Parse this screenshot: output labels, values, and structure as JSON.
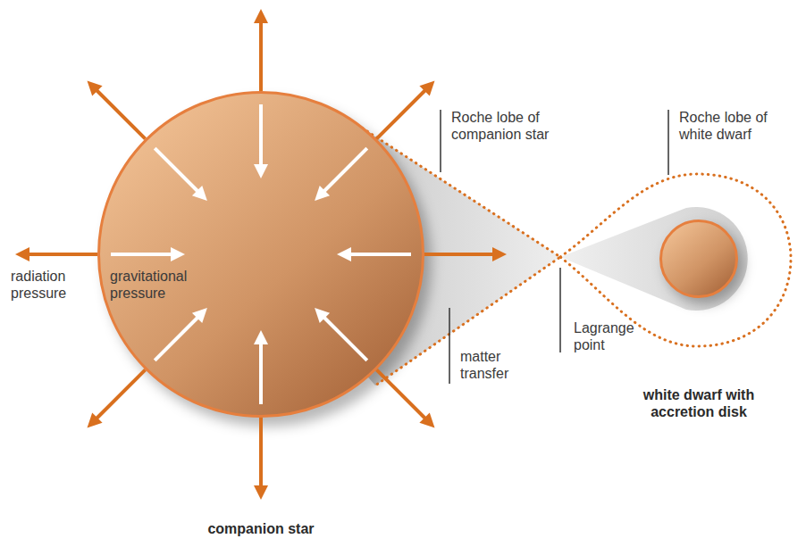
{
  "diagram": {
    "nodes": [
      {
        "text": [
          "gravitational pressure",
          "companion star"
        ]
      },
      {
        "text": [
          "white dwarf with accretion disk"
        ]
      }
    ],
    "labels": [
      "Roche lobe of companion star",
      "Roche lobe of white dwarf",
      "radiation pressure",
      "Lagrange point",
      "matter transfer"
    ]
  }
}
